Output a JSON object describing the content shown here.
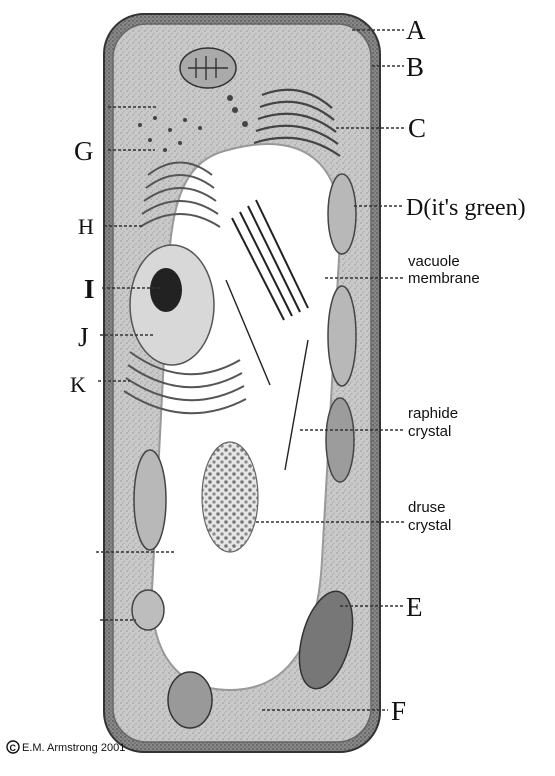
{
  "diagram": {
    "labels_right": {
      "A": "A",
      "B": "B",
      "C": "C",
      "D": "D(it's green)",
      "vacuole_membrane": [
        "vacuole",
        "membrane"
      ],
      "raphide_crystal": [
        "raphide",
        "crystal"
      ],
      "druse_crystal": [
        "druse",
        "crystal"
      ],
      "E": "E",
      "F": "F"
    },
    "labels_left": {
      "G": "G",
      "H": "H",
      "I": "I",
      "J": "J",
      "K": "K"
    },
    "copyright": {
      "symbol": "C",
      "text": "E.M. Armstrong 2001"
    }
  }
}
